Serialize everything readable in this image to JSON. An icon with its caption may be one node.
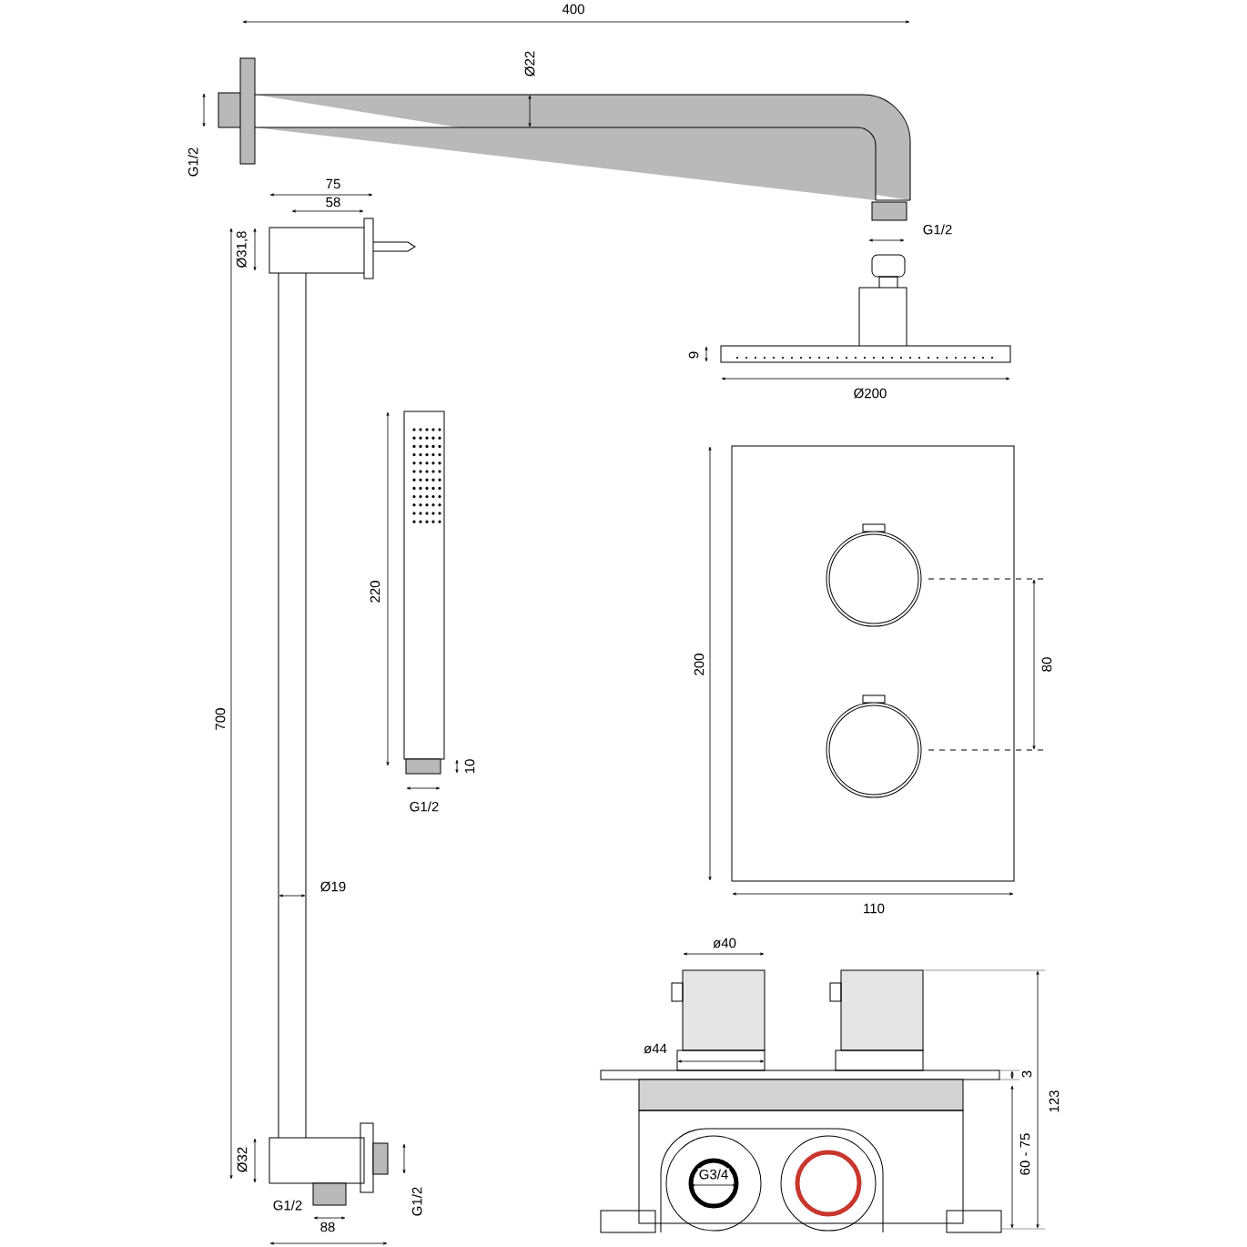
{
  "diagram": {
    "labels": [
      "400",
      "Ø22",
      "G1/2",
      "75",
      "58",
      "G1/2",
      "Ø31,8",
      "9",
      "Ø200",
      "220",
      "700",
      "200",
      "80",
      "10",
      "G1/2",
      "Ø19",
      "110",
      "ø40",
      "ø44",
      "3",
      "123",
      "60 - 75",
      "Ø32",
      "G3/4",
      "G1/2",
      "G1/2",
      "88"
    ]
  }
}
